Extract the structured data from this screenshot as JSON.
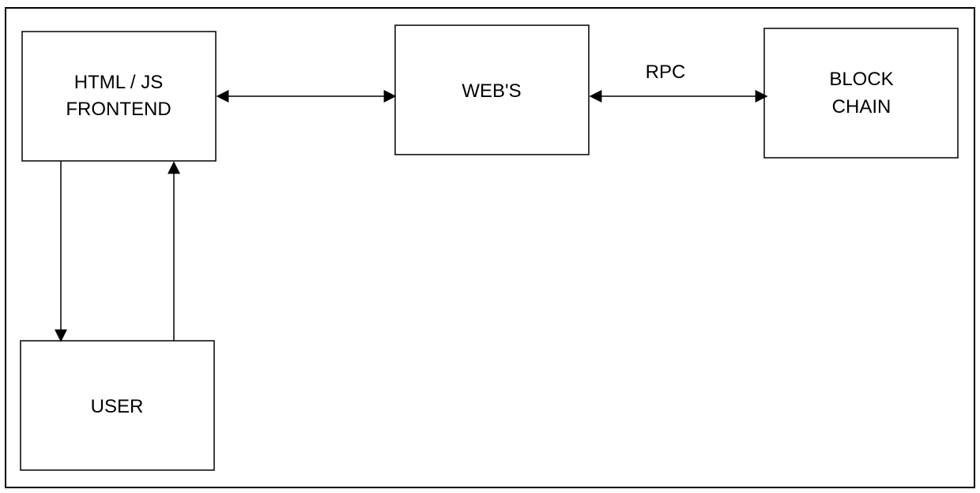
{
  "nodes": {
    "frontend": {
      "line1": "HTML / JS",
      "line2": "FRONTEND"
    },
    "webs": {
      "label": "WEB'S"
    },
    "blockchain": {
      "line1": "BLOCK",
      "line2": "CHAIN"
    },
    "user": {
      "label": "USER"
    }
  },
  "edges": {
    "frontend_webs": {
      "direction": "bidirectional"
    },
    "webs_blockchain": {
      "label": "RPC",
      "direction": "bidirectional"
    },
    "frontend_to_user": {
      "direction": "one-way"
    },
    "user_to_frontend": {
      "direction": "one-way"
    }
  },
  "colors": {
    "stroke": "#000000",
    "background": "#ffffff"
  }
}
